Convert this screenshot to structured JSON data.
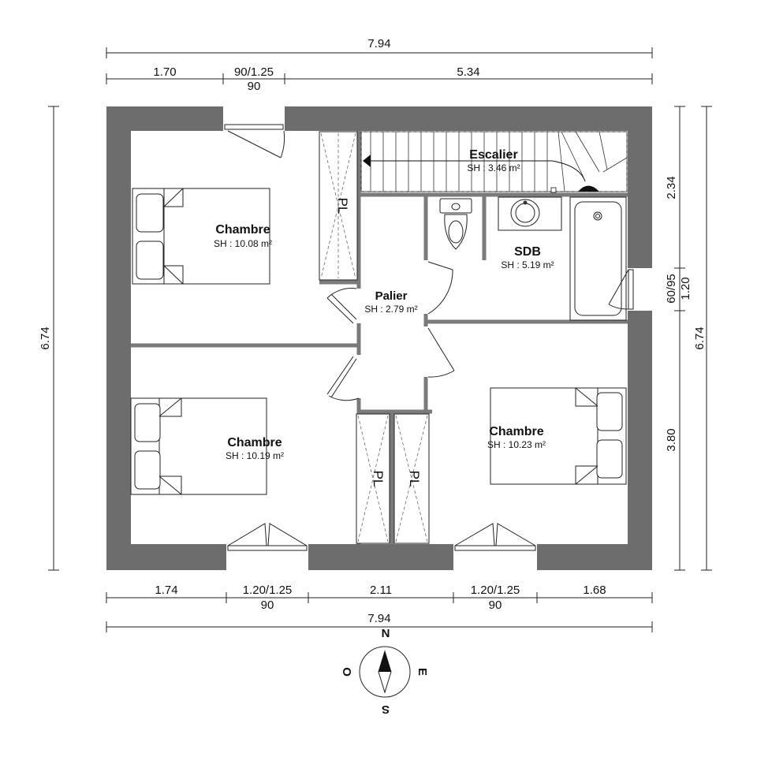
{
  "dimensions": {
    "top_total": "7.94",
    "top_seg1": "1.70",
    "top_seg2": "90/1.25",
    "top_seg2_sub": "90",
    "top_seg3": "5.34",
    "bottom_seg1": "1.74",
    "bottom_seg2": "1.20/1.25",
    "bottom_seg2_sub": "90",
    "bottom_seg3": "2.11",
    "bottom_seg4": "1.20/1.25",
    "bottom_seg4_sub": "90",
    "bottom_seg5": "1.68",
    "bottom_total": "7.94",
    "left_total": "6.74",
    "right_total": "6.74",
    "right_seg1": "2.34",
    "right_seg2": "60/95",
    "right_seg2_b": "1.20",
    "right_seg3": "3.80"
  },
  "rooms": {
    "chambre_nw": {
      "name": "Chambre",
      "area": "SH : 10.08 m²"
    },
    "chambre_sw": {
      "name": "Chambre",
      "area": "SH : 10.19 m²"
    },
    "chambre_se": {
      "name": "Chambre",
      "area": "SH : 10.23 m²"
    },
    "escalier": {
      "name": "Escalier",
      "area": "SH : 3.46 m²"
    },
    "sdb": {
      "name": "SDB",
      "area": "SH : 5.19 m²"
    },
    "palier": {
      "name": "Palier",
      "area": "SH : 2.79 m²"
    }
  },
  "closets": {
    "pl1": "PL",
    "pl2": "PL",
    "pl3": "PL"
  },
  "compass": {
    "north": "N",
    "south": "S",
    "east": "E",
    "west": "O"
  }
}
